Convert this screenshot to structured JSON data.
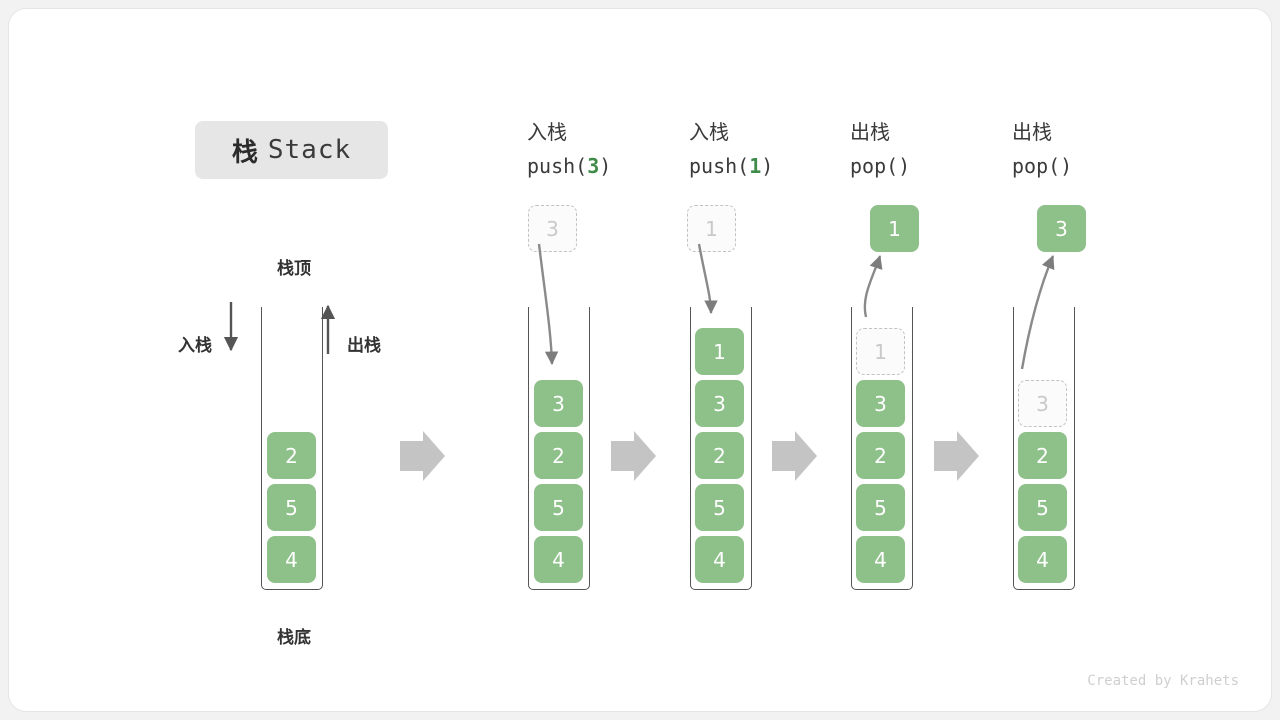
{
  "title": {
    "cn": "栈",
    "en": "Stack"
  },
  "labels": {
    "top": "栈顶",
    "bottom": "栈底",
    "push": "入栈",
    "pop": "出栈"
  },
  "watermark": "Created by Krahets",
  "colors": {
    "cell_fill": "#8ec08a",
    "cell_text": "#ffffff",
    "ghost_fill": "#fbfbfb",
    "ghost_text": "#c9c9c9",
    "ghost_border": "#c2c2c2",
    "frame_stroke": "#555555",
    "arrow_gray": "#c4c4c4",
    "accent_code_num": "#3e8b4a",
    "pill_bg": "#e6e6e6"
  },
  "stages": [
    {
      "id": "initial",
      "heading_cn": "",
      "heading_code": "",
      "code_num": "",
      "cells": [
        {
          "value": "2",
          "state": "solid"
        },
        {
          "value": "5",
          "state": "solid"
        },
        {
          "value": "4",
          "state": "solid"
        }
      ],
      "floating": null
    },
    {
      "id": "push-3",
      "heading_cn": "入栈",
      "heading_code_prefix": "push(",
      "code_num": "3",
      "heading_code_suffix": ")",
      "cells": [
        {
          "value": "3",
          "state": "solid"
        },
        {
          "value": "2",
          "state": "solid"
        },
        {
          "value": "5",
          "state": "solid"
        },
        {
          "value": "4",
          "state": "solid"
        }
      ],
      "floating": {
        "value": "3",
        "state": "ghost"
      }
    },
    {
      "id": "push-1",
      "heading_cn": "入栈",
      "heading_code_prefix": "push(",
      "code_num": "1",
      "heading_code_suffix": ")",
      "cells": [
        {
          "value": "1",
          "state": "solid"
        },
        {
          "value": "3",
          "state": "solid"
        },
        {
          "value": "2",
          "state": "solid"
        },
        {
          "value": "5",
          "state": "solid"
        },
        {
          "value": "4",
          "state": "solid"
        }
      ],
      "floating": {
        "value": "1",
        "state": "ghost"
      }
    },
    {
      "id": "pop-1",
      "heading_cn": "出栈",
      "heading_code_prefix": "pop(",
      "code_num": "",
      "heading_code_suffix": ")",
      "cells": [
        {
          "value": "1",
          "state": "ghost"
        },
        {
          "value": "3",
          "state": "solid"
        },
        {
          "value": "2",
          "state": "solid"
        },
        {
          "value": "5",
          "state": "solid"
        },
        {
          "value": "4",
          "state": "solid"
        }
      ],
      "floating": {
        "value": "1",
        "state": "solid"
      }
    },
    {
      "id": "pop-3",
      "heading_cn": "出栈",
      "heading_code_prefix": "pop(",
      "code_num": "",
      "heading_code_suffix": ")",
      "cells": [
        {
          "value": "3",
          "state": "ghost"
        },
        {
          "value": "2",
          "state": "solid"
        },
        {
          "value": "5",
          "state": "solid"
        },
        {
          "value": "4",
          "state": "solid"
        }
      ],
      "floating": {
        "value": "3",
        "state": "solid"
      }
    }
  ]
}
